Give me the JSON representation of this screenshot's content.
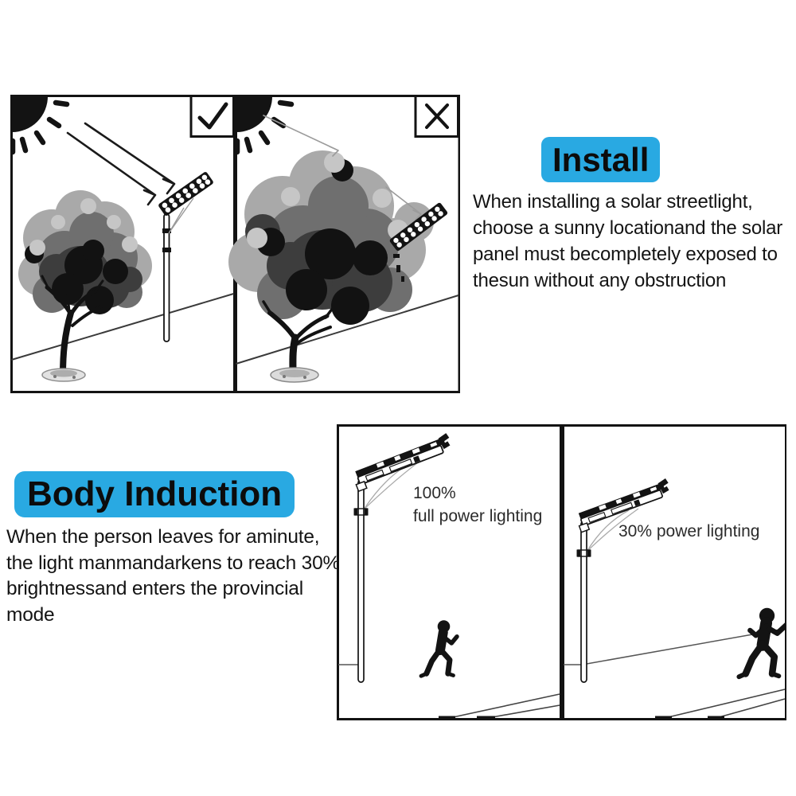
{
  "colors": {
    "accent": "#29a9e2",
    "ink": "#131313",
    "paper": "#ffffff"
  },
  "install_section": {
    "title": "Install",
    "lines": [
      "When installing a solar streetlight,",
      "choose a sunny locationand the solar",
      "panel must becompletely exposed to",
      "thesun without any obstruction"
    ],
    "diagram": {
      "correct_panel": {
        "result_icon": "check-icon",
        "elements": [
          "sun-icon",
          "sunlight-arrows",
          "tree",
          "solar-streetlight",
          "road-line"
        ]
      },
      "wrong_panel": {
        "result_icon": "x-icon",
        "elements": [
          "sun-icon",
          "blocked-sunlight-arrows",
          "tree",
          "solar-streetlight",
          "road-line"
        ]
      }
    }
  },
  "body_induction_section": {
    "title": "Body Induction",
    "lines": [
      "When the person leaves for aminute,",
      "the light manmandarkens to reach 30%",
      "brightnessand enters the provincial",
      "mode"
    ],
    "diagram": {
      "full_power_panel": {
        "value": "100%",
        "label": "full power lighting",
        "elements": [
          "solar-streetlight",
          "walking-person-icon",
          "ground-line",
          "road-lines"
        ]
      },
      "low_power_panel": {
        "label": "30% power lighting",
        "elements": [
          "solar-streetlight",
          "walking-person-icon",
          "ground-line",
          "road-lines"
        ]
      }
    }
  }
}
